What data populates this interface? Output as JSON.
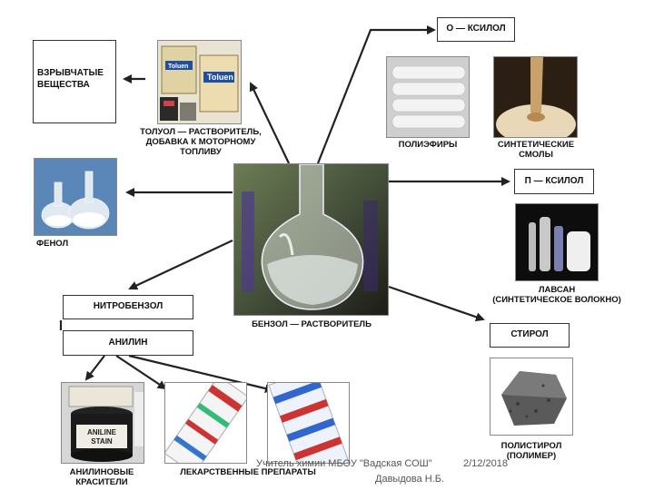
{
  "boxes": {
    "explosives": "ВЗРЫВЧАТЫЕ\nВЕЩЕСТВА",
    "o_xylene": "О — КСИЛОЛ",
    "p_xylene": "П — КСИЛОЛ",
    "nitrobenzene": "НИТРОБЕНЗОЛ",
    "aniline": "АНИЛИН",
    "styrene": "СТИРОЛ"
  },
  "labels": {
    "toluene": "ТОЛУОЛ — РАСТВОРИТЕЛЬ,\nДОБАВКА К МОТОРНОМУ\nТОПЛИВУ",
    "polyesters": "ПОЛИЭФИРЫ",
    "resins": "СИНТЕТИЧЕСКИЕ\nСМОЛЫ",
    "phenol": "ФЕНОЛ",
    "benzene": "БЕНЗОЛ — РАСТВОРИТЕЛЬ",
    "lavsan": "ЛАВСАН\n(СИНТЕТИЧЕСКОЕ ВОЛОКНО)",
    "polystyrene": "ПОЛИСТИРОЛ\n(ПОЛИМЕР)",
    "dyes": "АНИЛИНОВЫЕ\nКРАСИТЕЛИ",
    "medicines": "ЛЕКАРСТВЕННЫЕ ПРЕПАРАТЫ"
  },
  "photo_text": {
    "toluen_can": "Toluen",
    "aniline_jar": "ANILINE\nSTAIN"
  },
  "footer": {
    "author_line1": "Учитель химии МБОУ \"Вадская СОШ\"",
    "date": "2/12/2018",
    "author_line2": "Давыдова Н.Б."
  },
  "colors": {
    "arrow": "#222222",
    "box_border": "#333333",
    "flask_bg": "#1f1a1a",
    "resin": "#c8a26a",
    "polystyrene": "#555555"
  }
}
